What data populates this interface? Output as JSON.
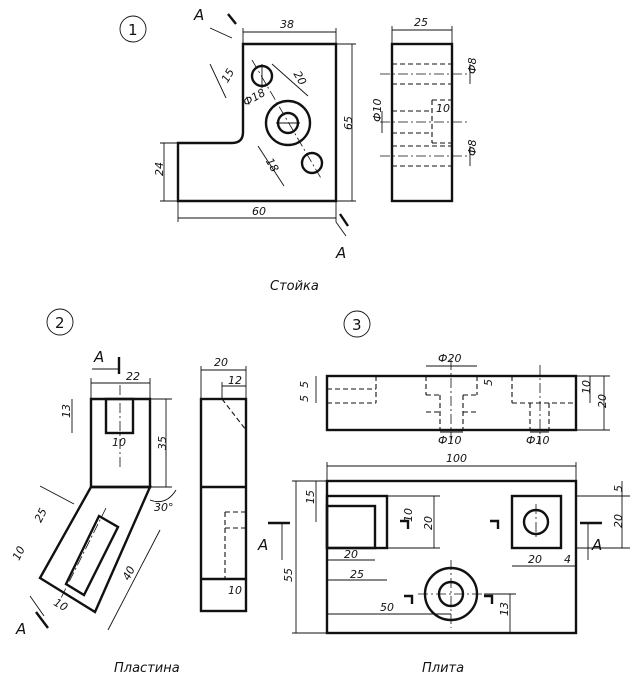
{
  "drawings": {
    "d1": {
      "number": "1",
      "caption": "Стойка",
      "section_letter": "A",
      "dims": {
        "width_top": "38",
        "height_total": "65",
        "width_total": "60",
        "step_height": "24",
        "hole_offset": "15",
        "spacing_a": "20",
        "spacing_b": "18",
        "boss_dia": "Ф18",
        "side_width": "25",
        "hole_dia_top": "Ф8",
        "hole_dia_bottom": "Ф8",
        "bore_dia": "Ф10",
        "bore_depth": "10"
      }
    },
    "d2": {
      "number": "2",
      "caption": "Пластина",
      "section_letter": "A",
      "dims": {
        "top_width": "22",
        "slot_depth": "13",
        "slot_width": "10",
        "height": "35",
        "angle": "30°",
        "incline_len": "25",
        "incline_slot": "10",
        "incline_total": "40",
        "incline_bottom": "10",
        "side_width": "20",
        "side_inner": "12",
        "side_bottom": "10"
      }
    },
    "d3": {
      "number": "3",
      "caption": "Плита",
      "section_letter": "A",
      "dims": {
        "top_h1": "5",
        "top_h2": "5",
        "top_h3": "10",
        "top_total": "20",
        "top_dia_large": "Ф20",
        "top_dia_small_left": "Ф10",
        "top_dia_small_right": "Ф10",
        "top_notch": "5",
        "length": "100",
        "height": "55",
        "slot_h": "15",
        "slot_gap": "10",
        "slot_depth": "20",
        "slot_w1": "20",
        "slot_w2": "25",
        "boss_x": "50",
        "boss_h": "13",
        "right_h1": "5",
        "right_h2": "20",
        "right_w": "20",
        "right_gap": "4"
      }
    }
  }
}
